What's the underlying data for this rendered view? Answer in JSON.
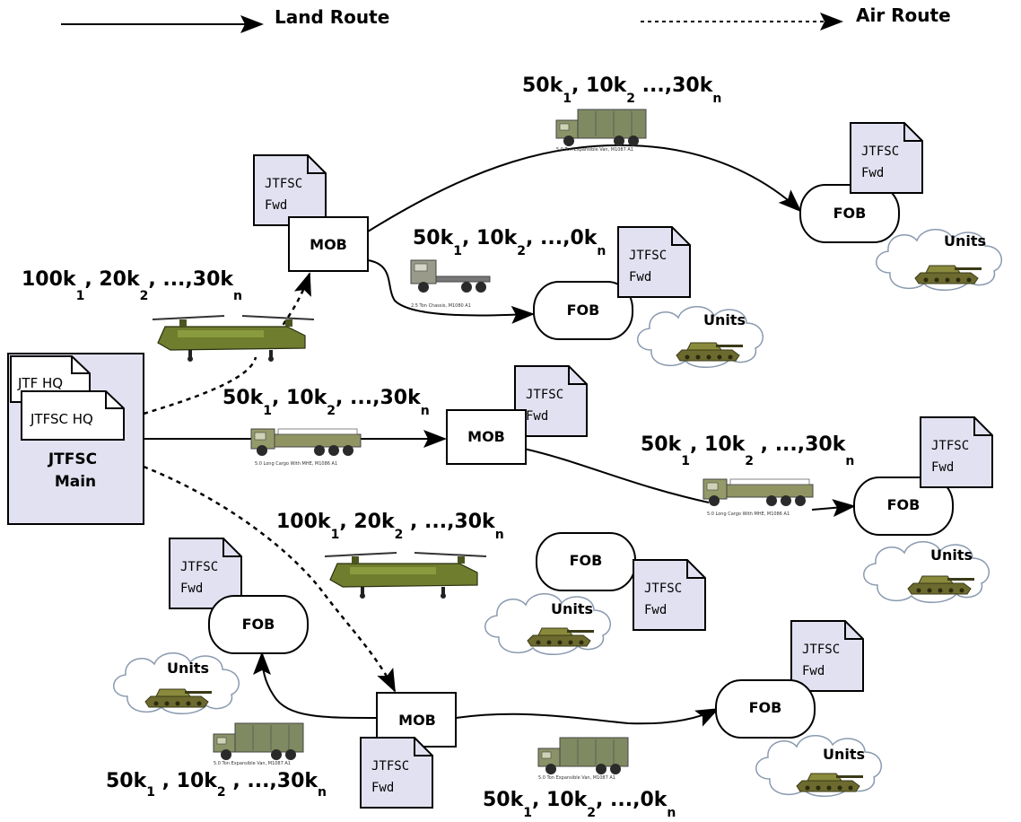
{
  "legend": {
    "land_route": "Land Route",
    "air_route": "Air Route"
  },
  "nodes": {
    "main_label_line1": "JTFSC",
    "main_label_line2": "Main",
    "jtf_hq": "JTF HQ",
    "jtfsc_hq": "JTFSC HQ",
    "mob": "MOB",
    "fob": "FOB",
    "units": "Units",
    "jtfsc_fwd_line1": "JTFSC",
    "jtfsc_fwd_line2": "Fwd"
  },
  "formulas": {
    "f_top": [
      "50k",
      "1",
      ", 10k",
      "2",
      " ...,30k",
      "n"
    ],
    "f_mob1_truck": [
      "50k",
      "1",
      ", 10k",
      "2",
      ", ...,0k",
      "n"
    ],
    "f_air1": [
      "100k",
      "1",
      ", 20k",
      "2",
      ", ...,30k",
      "n"
    ],
    "f_mid": [
      "50k",
      "1",
      ", 10k",
      "2",
      ", ...,30k",
      "n"
    ],
    "f_right": [
      "50k",
      "1",
      ", 10k",
      "2",
      " , ...,30k",
      "n"
    ],
    "f_air2": [
      "100k",
      "1",
      ", 20k",
      "2",
      " , ...,30k",
      "n"
    ],
    "f_bottom_left": [
      "50k",
      "1",
      " , 10k",
      "2",
      " , ...,30k",
      "n"
    ],
    "f_bottom_right": [
      "50k",
      "1",
      ", 10k",
      "2",
      ", ...,0k",
      "n"
    ]
  },
  "vehicle_captions": {
    "expansible_van": "5.0 Ton Expansible Van, M1087 A1",
    "chassis": "2.5 Ton Chassis, M1080 A1",
    "long_cargo": "5.0 Long Cargo With MHE, M1086 A1"
  },
  "colors": {
    "doc_fill": "#e1e1f1",
    "line": "#000000",
    "vehicle_olive": "#8a8f5a",
    "tank_olive": "#7a7a35",
    "cloud_stroke": "#8a9ab0"
  },
  "icons": [
    "jtfsc-main-document",
    "jtfsc-fwd-document",
    "cargo-truck-icon",
    "expansible-van-icon",
    "chassis-truck-icon",
    "chinook-helicopter-icon",
    "tank-icon",
    "cloud-icon"
  ]
}
